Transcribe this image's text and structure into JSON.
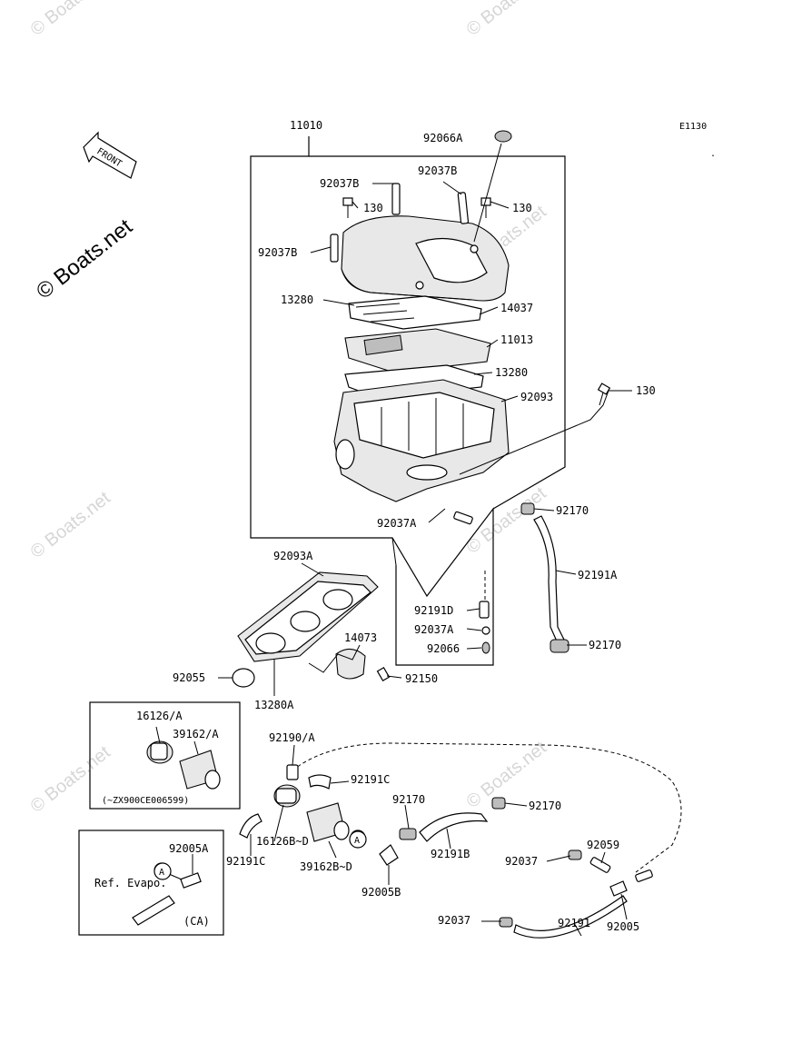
{
  "figure_code": "E1130",
  "front_label": "FRONT",
  "watermark": "© Boats.net",
  "callouts": {
    "c11010": "11010",
    "c92066A": "92066A",
    "c92037B_l": "92037B",
    "c92037B_r": "92037B",
    "c130_l": "130",
    "c130_r": "130",
    "c92037B_side": "92037B",
    "c13280_top": "13280",
    "c14037": "14037",
    "c11013": "11013",
    "c13280_mid": "13280",
    "c92093": "92093",
    "c130_side": "130",
    "c92170_top": "92170",
    "c92037A": "92037A",
    "c92191A": "92191A",
    "c92093A": "92093A",
    "c92191D": "92191D",
    "c92037A_b": "92037A",
    "c92066": "92066",
    "c92170_mid": "92170",
    "c14073": "14073",
    "c92150": "92150",
    "c92055": "92055",
    "c13280A": "13280A",
    "c16126A": "16126/A",
    "c39162A": "39162/A",
    "c_zx900": "(~ZX900CE006599)",
    "c92190A": "92190/A",
    "c92191C_top": "92191C",
    "c92170_b1": "92170",
    "c92170_b2": "92170",
    "c16126BD": "16126B~D",
    "c92191C_bot": "92191C",
    "c39162BD": "39162B~D",
    "c92191B": "92191B",
    "c92005B": "92005B",
    "c92037_a": "92037",
    "c92059": "92059",
    "c92191": "92191",
    "c92037_b": "92037",
    "c92005": "92005",
    "c92005A": "92005A",
    "c_A1": "A",
    "c_A2": "A",
    "c_refevapo": "Ref. Evapo.",
    "c_ca": "(CA)"
  }
}
